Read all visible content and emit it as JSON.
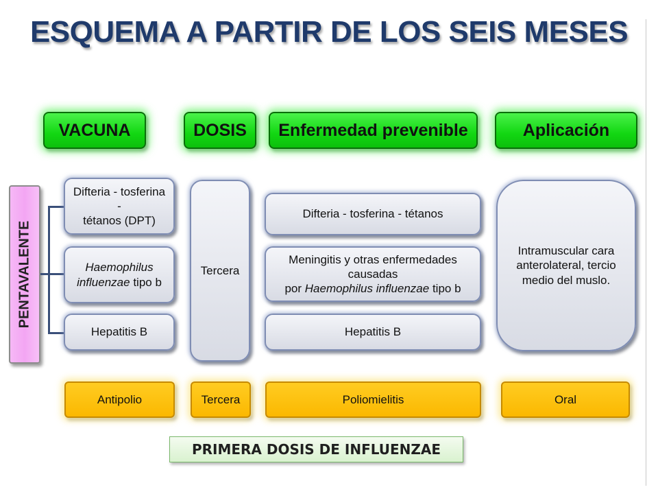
{
  "title": "ESQUEMA A PARTIR DE LOS SEIS MESES",
  "headers": {
    "vacuna": "VACUNA",
    "dosis": "DOSIS",
    "enfermedad": "Enfermedad prevenible",
    "aplicacion": "Aplicación"
  },
  "pentavalente": {
    "label": "PENTAVALENTE",
    "vacunas": {
      "dpt_line1": "Difteria -  tosferina -",
      "dpt_line2": "tétanos (DPT)",
      "hib_line1": "Haemophilus",
      "hib_line2_italic": "influenzae",
      "hib_line2_rest": " tipo b",
      "hepb": "Hepatitis B"
    },
    "dosis": "Tercera",
    "enfermedades": {
      "dpt": "Difteria -  tosferina - tétanos",
      "hib_line1": "Meningitis y otras enfermedades causadas",
      "hib_line2_prefix": "por ",
      "hib_line2_italic": "Haemophilus influenzae",
      "hib_line2_suffix": "  tipo b",
      "hepb": "Hepatitis B"
    },
    "aplicacion": "Intramuscular cara anterolateral, tercio medio del muslo."
  },
  "antipolio": {
    "vacuna": "Antipolio",
    "dosis": "Tercera",
    "enfermedad": "Poliomielitis",
    "aplicacion": "Oral"
  },
  "footer": "PRIMERA DOSIS DE INFLUENZAE"
}
